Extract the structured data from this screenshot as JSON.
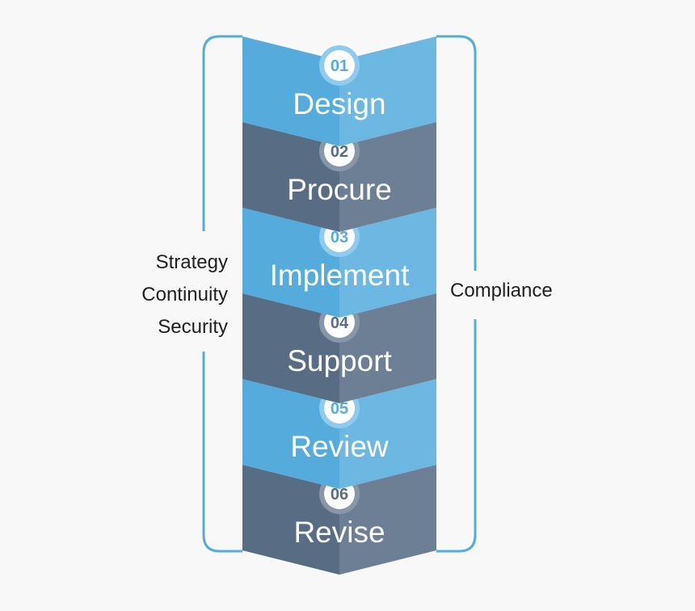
{
  "steps": [
    {
      "number": "01",
      "title": "Design",
      "tone": "blue"
    },
    {
      "number": "02",
      "title": "Procure",
      "tone": "slate"
    },
    {
      "number": "03",
      "title": "Implement",
      "tone": "blue"
    },
    {
      "number": "04",
      "title": "Support",
      "tone": "slate"
    },
    {
      "number": "05",
      "title": "Review",
      "tone": "blue"
    },
    {
      "number": "06",
      "title": "Revise",
      "tone": "slate"
    }
  ],
  "left_labels": [
    "Strategy",
    "Continuity",
    "Security"
  ],
  "right_label": "Compliance",
  "colors": {
    "blue_left": "#55acdc",
    "blue_right": "#6db8e3",
    "slate_left": "#586c84",
    "slate_right": "#6c7f94",
    "bracket": "#55acdc",
    "badge_ring_blue": "#8ecbee",
    "badge_ring_slate": "#8797a9"
  }
}
